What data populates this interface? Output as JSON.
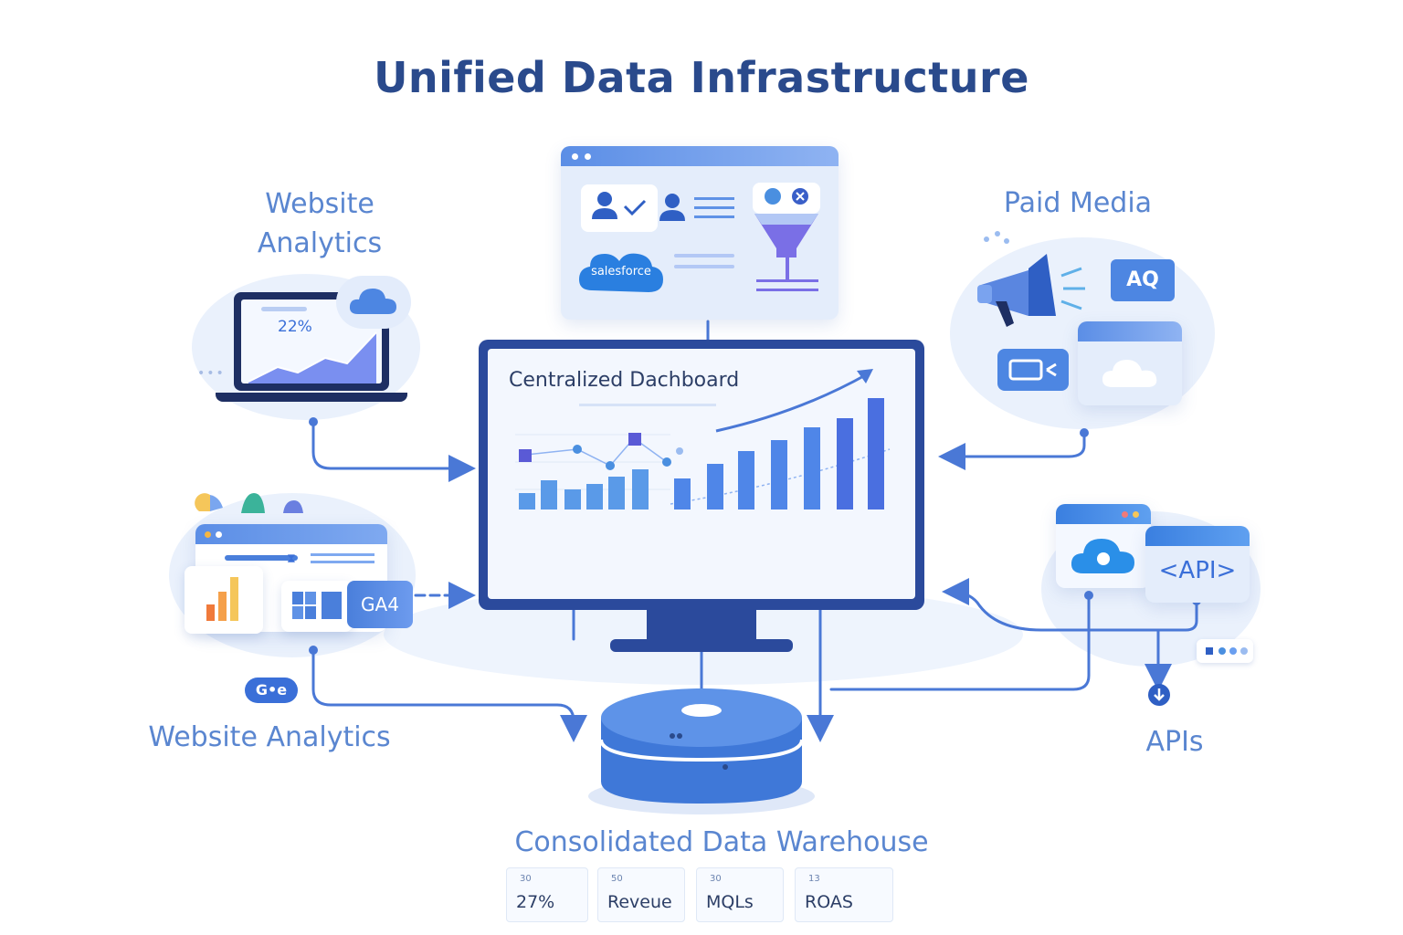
{
  "title": "Unified Data Infrastructure",
  "labels": {
    "website_analytics_top": "Website Analytics",
    "website_analytics_bottom": "Website Analytics",
    "paid_media": "Paid Media",
    "apis": "APIs",
    "warehouse": "Consolidated Data Warehouse"
  },
  "dashboard": {
    "title": "Centralized Dachboard",
    "kpis": [
      {
        "mini": "30",
        "value": "27%"
      },
      {
        "mini": "50",
        "value": "Reveue"
      },
      {
        "mini": "30",
        "value": "MQLs"
      },
      {
        "mini": "13",
        "value": "ROAS"
      }
    ]
  },
  "crm": {
    "logo_text": "salesforce"
  },
  "website": {
    "laptop_percent": "22%",
    "ga4_badge": "GA4",
    "g_badge": "G•e"
  },
  "paid_media": {
    "ad_badge": "AQ"
  },
  "apis": {
    "api_badge": "<API>"
  },
  "colors": {
    "primary": "#3a6fd8",
    "dark": "#2a4a8c",
    "label": "#5a86d0",
    "bar": "#4f86e8",
    "arrow": "#4a78d6"
  }
}
